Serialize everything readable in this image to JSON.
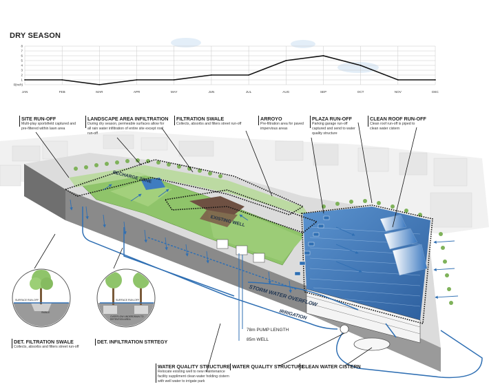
{
  "chart_data": {
    "type": "line",
    "title": "DRY SEASON",
    "ylabel": "(inch)",
    "categories": [
      "JAN",
      "FEB",
      "MAR",
      "APR",
      "MAY",
      "JUN",
      "JUL",
      "AUG",
      "SEP",
      "OCT",
      "NOV",
      "DEC"
    ],
    "y_ticks": [
      "8",
      "7",
      "6",
      "5",
      "4",
      "3",
      "2",
      "1",
      "0(inch)"
    ],
    "ylim": [
      0,
      8
    ],
    "grid": true,
    "series": [
      {
        "values": [
          1,
          1,
          0,
          1,
          1,
          2,
          2,
          5,
          6,
          4,
          1,
          1
        ],
        "color": "#111111"
      }
    ]
  },
  "labels": {
    "site_runoff": {
      "title": "SITE RUN-OFF",
      "desc": "Multi-play sportsfield captured and pre-filtered within lawn area"
    },
    "landscape_infiltration": {
      "title": "LANDSCAPE AREA INFILTRATION",
      "desc": "During dry season, permeable surfaces allow for all rain water infiltration of entire site except roof run-off"
    },
    "filtration_swale": {
      "title": "FILTRATION SWALE",
      "desc": "Collects, absorbs and filters street run-off"
    },
    "arroyo": {
      "title": "ARROYO",
      "desc": "Pre-filtration area for paved impervious areas"
    },
    "plaza_runoff": {
      "title": "PLAZA RUN-OFF",
      "desc": "Parking garage run-off captured and send to water quality structure"
    },
    "clean_roof_runoff": {
      "title": "CLEAN ROOF RUN-OFF",
      "desc": "Clean roof run-off is piped to clean water cistern"
    },
    "det_filtration_swale": {
      "title": "DET. FILTRATION SWALE",
      "desc": "Collects, absorbs and filters street run-off"
    },
    "det_infiltration_strategy": {
      "title": "DET. INFILTRATION STRTEGY"
    },
    "water_quality_structure_left": {
      "title": "WATER QUALITY STRUCTURE",
      "desc": "Relocate existing well to new maintenance facility suppliment clean water holding cistern with well water to irrigate park"
    },
    "water_quality_structure_right": {
      "title": "WATER QUALITY STRUCTURE"
    },
    "clean_water_cistern": {
      "title": "CLEAN WATER CISTERN"
    }
  },
  "scene": {
    "recharge_zone": "RECHARGE ZONE",
    "existing_well": "EXISTING WELL",
    "storm_water_overflow": "STORM WATER OVERFLOW",
    "irrigation": "IRRIGATION",
    "pump_length": "78m PUMP LENGTH",
    "well_depth": "85m WELL"
  },
  "details": {
    "surface_runoff_1": "SURFACE RUN-OFF",
    "swale": "SWALE",
    "surface_runoff_2": "SURFACE RUN-OFF",
    "overflow_note": "OVERFLOW UNDERDRAIN TO RETENTION AREA"
  },
  "colors": {
    "water_blue": "#2f6fb3",
    "grass_green": "#8fc46a",
    "ground_grey": "#8f8f8f",
    "building_grey": "#e4e4e4"
  }
}
